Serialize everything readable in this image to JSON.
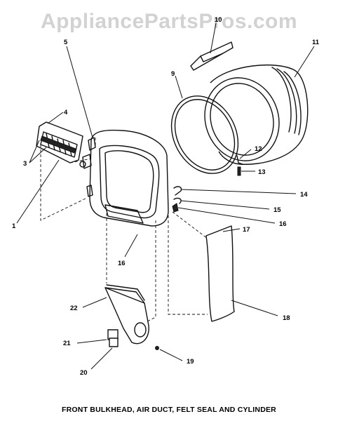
{
  "watermark": "AppliancePartsPros.com",
  "caption": "FRONT BULKHEAD, AIR DUCT, FELT SEAL AND CYLINDER",
  "callouts": {
    "c1": "1",
    "c3": "3",
    "c4": "4",
    "c5": "5",
    "c9": "9",
    "c10": "10",
    "c11": "11",
    "c12": "12",
    "c13": "13",
    "c14": "14",
    "c15": "15",
    "c16a": "16",
    "c16b": "16",
    "c17": "17",
    "c18": "18",
    "c19": "19",
    "c20": "20",
    "c21": "21",
    "c22": "22"
  }
}
